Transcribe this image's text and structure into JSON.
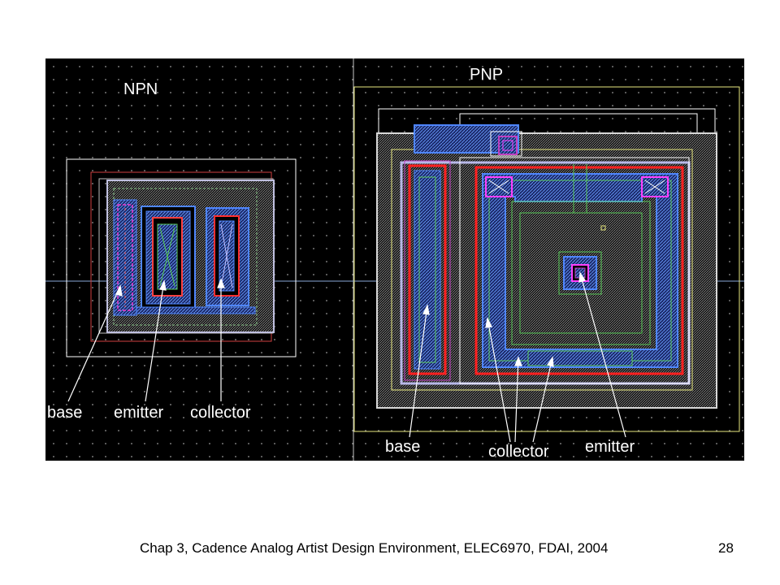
{
  "layout": {
    "background": "#000000",
    "colors": {
      "poly_red": "#ff2020",
      "metal_blue": "#4f86ff",
      "via_green": "#58c858",
      "outline_white": "#ffffff",
      "nwell_yellow": "#e8e880",
      "select_gray": "#b8b8e8",
      "contact_magenta": "#c040c0"
    },
    "npn": {
      "title": "NPN",
      "labels": {
        "base": "base",
        "emitter": "emitter",
        "collector": "collector"
      }
    },
    "pnp": {
      "title": "PNP",
      "labels": {
        "base": "base",
        "collector": "collector",
        "emitter": "emitter"
      }
    }
  },
  "footer": {
    "text": "Chap 3, Cadence Analog Artist Design Environment, ELEC6970, FDAI, 2004",
    "page_number": "28"
  }
}
